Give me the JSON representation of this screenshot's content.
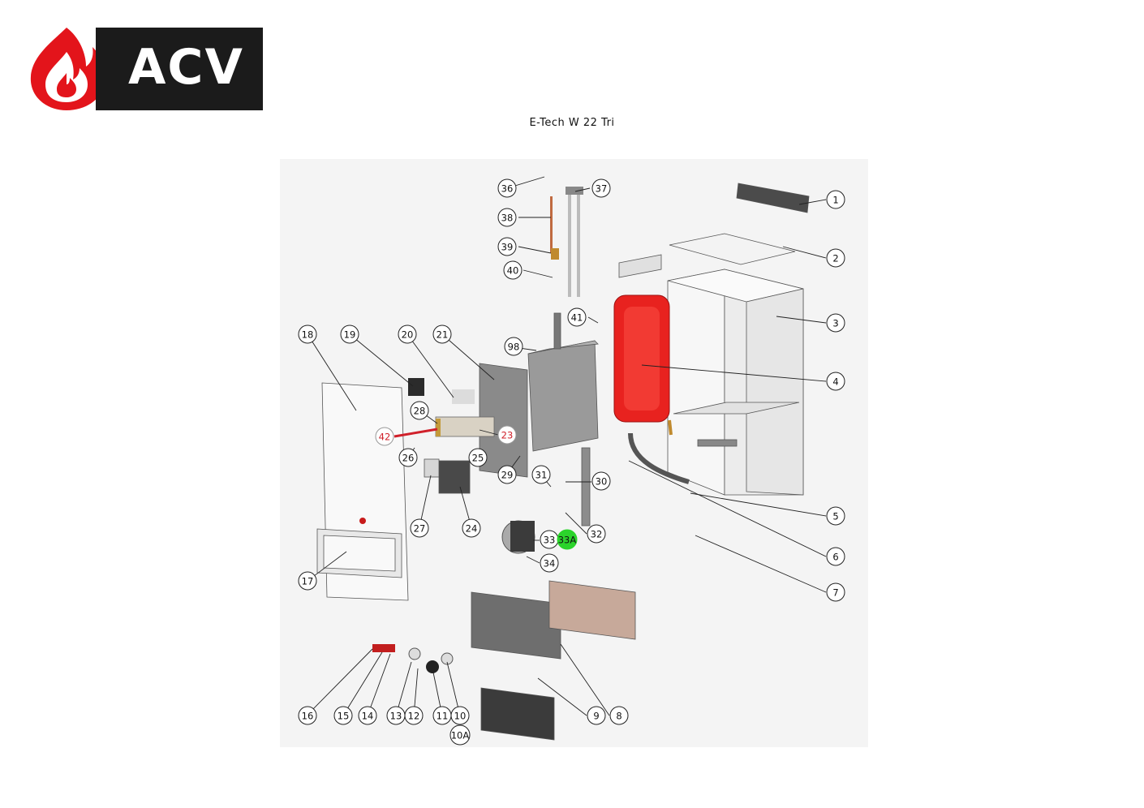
{
  "brand": {
    "name": "ACV",
    "flame_color": "#e3141b",
    "box_color": "#1b1b1b"
  },
  "title": "E-Tech W 22 Tri",
  "callouts": [
    {
      "id": "c1",
      "label": "1",
      "highlight": ""
    },
    {
      "id": "c2",
      "label": "2",
      "highlight": ""
    },
    {
      "id": "c3",
      "label": "3",
      "highlight": ""
    },
    {
      "id": "c4",
      "label": "4",
      "highlight": ""
    },
    {
      "id": "c5",
      "label": "5",
      "highlight": ""
    },
    {
      "id": "c6",
      "label": "6",
      "highlight": ""
    },
    {
      "id": "c7",
      "label": "7",
      "highlight": ""
    },
    {
      "id": "c8",
      "label": "8",
      "highlight": ""
    },
    {
      "id": "c9",
      "label": "9",
      "highlight": ""
    },
    {
      "id": "c10",
      "label": "10",
      "highlight": ""
    },
    {
      "id": "c10A",
      "label": "10A",
      "highlight": ""
    },
    {
      "id": "c11",
      "label": "11",
      "highlight": ""
    },
    {
      "id": "c12",
      "label": "12",
      "highlight": ""
    },
    {
      "id": "c13",
      "label": "13",
      "highlight": ""
    },
    {
      "id": "c14",
      "label": "14",
      "highlight": ""
    },
    {
      "id": "c15",
      "label": "15",
      "highlight": ""
    },
    {
      "id": "c16",
      "label": "16",
      "highlight": ""
    },
    {
      "id": "c17",
      "label": "17",
      "highlight": ""
    },
    {
      "id": "c18",
      "label": "18",
      "highlight": ""
    },
    {
      "id": "c19",
      "label": "19",
      "highlight": ""
    },
    {
      "id": "c20",
      "label": "20",
      "highlight": ""
    },
    {
      "id": "c21",
      "label": "21",
      "highlight": ""
    },
    {
      "id": "c23",
      "label": "23",
      "highlight": "red"
    },
    {
      "id": "c24",
      "label": "24",
      "highlight": ""
    },
    {
      "id": "c25",
      "label": "25",
      "highlight": ""
    },
    {
      "id": "c26",
      "label": "26",
      "highlight": ""
    },
    {
      "id": "c27",
      "label": "27",
      "highlight": ""
    },
    {
      "id": "c28",
      "label": "28",
      "highlight": ""
    },
    {
      "id": "c29",
      "label": "29",
      "highlight": ""
    },
    {
      "id": "c30",
      "label": "30",
      "highlight": ""
    },
    {
      "id": "c31",
      "label": "31",
      "highlight": ""
    },
    {
      "id": "c32",
      "label": "32",
      "highlight": ""
    },
    {
      "id": "c33",
      "label": "33",
      "highlight": ""
    },
    {
      "id": "c33A",
      "label": "33A",
      "highlight": "green"
    },
    {
      "id": "c34",
      "label": "34",
      "highlight": ""
    },
    {
      "id": "c36",
      "label": "36",
      "highlight": ""
    },
    {
      "id": "c37",
      "label": "37",
      "highlight": ""
    },
    {
      "id": "c38",
      "label": "38",
      "highlight": ""
    },
    {
      "id": "c39",
      "label": "39",
      "highlight": ""
    },
    {
      "id": "c40",
      "label": "40",
      "highlight": ""
    },
    {
      "id": "c41",
      "label": "41",
      "highlight": ""
    },
    {
      "id": "c42",
      "label": "42",
      "highlight": "red"
    },
    {
      "id": "c98",
      "label": "98",
      "highlight": ""
    }
  ],
  "colors": {
    "red_highlight": "#d0202a",
    "green_highlight": "#2bd42b",
    "expansion_vessel": "#e8221f",
    "casing": "#f2f2f2",
    "hydraulic_block": "#9a9a9a"
  }
}
